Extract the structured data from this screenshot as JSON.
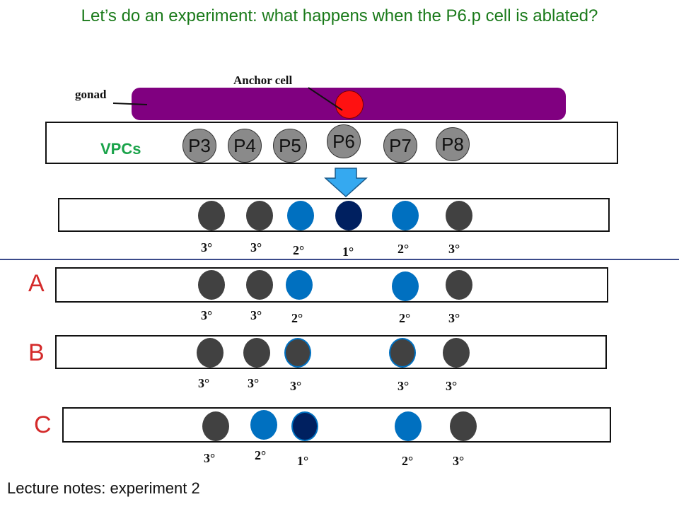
{
  "title": "Let’s do an experiment: what happens when the P6.p cell is ablated?",
  "labels": {
    "gonad": "gonad",
    "anchor_cell": "Anchor cell",
    "vpcs": "VPCs"
  },
  "vpcs": [
    "P3",
    "P4",
    "P5",
    "P6",
    "P7",
    "P8"
  ],
  "colors": {
    "tertiary": "#414141",
    "secondary": "#0070c0",
    "primary": "#002060",
    "anchor": "#ff1111",
    "gonad": "#800080",
    "arrow": "#35a9f0",
    "letters": "#d42a2a",
    "title": "#1a7a1a",
    "vpcs_label": "#1aa34a"
  },
  "icons": {
    "arrow": "down-arrow-icon"
  },
  "rows": [
    {
      "letter": "",
      "fates": [
        "3°",
        "3°",
        "2°",
        "1°",
        "2°",
        "3°"
      ]
    },
    {
      "letter": "A",
      "fates": [
        "3°",
        "3°",
        "2°",
        "2°",
        "3°"
      ]
    },
    {
      "letter": "B",
      "fates": [
        "3°",
        "3°",
        "3°",
        "3°",
        "3°"
      ]
    },
    {
      "letter": "C",
      "fates": [
        "3°",
        "2°",
        "1°",
        "2°",
        "3°"
      ]
    }
  ],
  "footer": "Lecture notes: experiment 2"
}
